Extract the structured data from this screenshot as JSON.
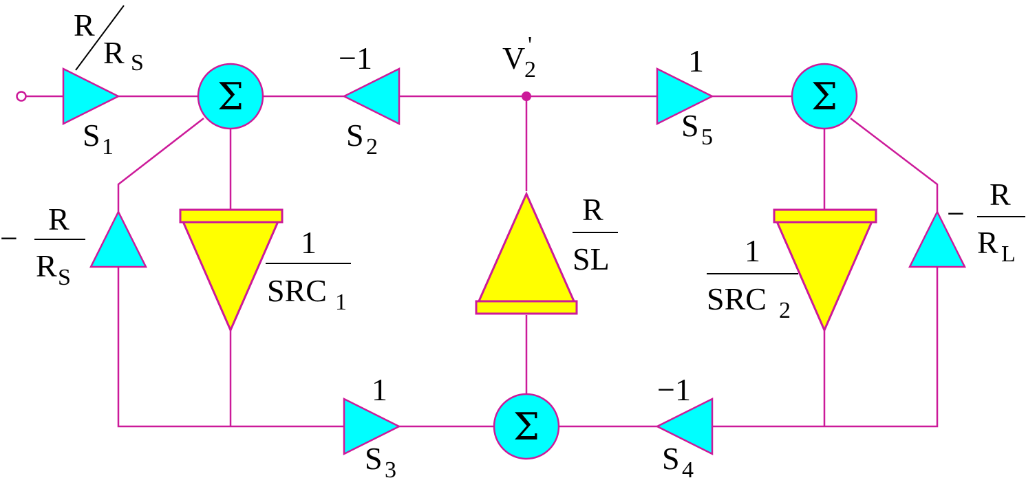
{
  "nodes": {
    "v2_name": "V",
    "v2_sub": "2",
    "v2_prime": "'"
  },
  "sums": {
    "symbol": "Σ"
  },
  "s1": {
    "label": "S",
    "sub": "1",
    "gain_num": "R",
    "gain_den": "R",
    "gain_den_sub": "S"
  },
  "s2": {
    "label": "S",
    "sub": "2",
    "gain": "−1"
  },
  "s3": {
    "label": "S",
    "sub": "3",
    "gain": "1"
  },
  "s4": {
    "label": "S",
    "sub": "4",
    "gain": "−1"
  },
  "s5": {
    "label": "S",
    "sub": "5",
    "gain": "1"
  },
  "fb_left": {
    "sign": "−",
    "num": "R",
    "den": "R",
    "den_sub": "S"
  },
  "fb_right": {
    "sign": "−",
    "num": "R",
    "den": "R",
    "den_sub": "L"
  },
  "integrator1": {
    "num": "1",
    "den": "SRC",
    "den_sub": "1"
  },
  "integrator2": {
    "num": "1",
    "den": "SRC",
    "den_sub": "2"
  },
  "integrator_l": {
    "num": "R",
    "den": "SL"
  },
  "colors": {
    "wire": "#cc1a99",
    "amplifier": "#00ffff",
    "integrator": "#ffff00",
    "text": "#000000"
  }
}
